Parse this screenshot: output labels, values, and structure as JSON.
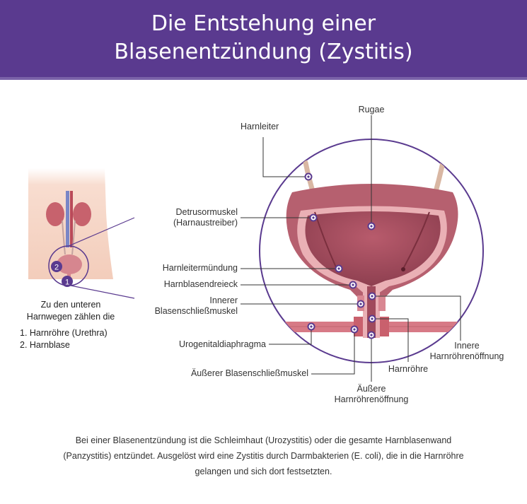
{
  "header": {
    "title_line1": "Die Entstehung einer",
    "title_line2": "Blasenentzündung (Zystitis)",
    "bg_color": "#5a3a8f"
  },
  "side_panel": {
    "caption_line1": "Zu den unteren",
    "caption_line2": "Harnwegen zählen die",
    "list": [
      "1. Harnröhre (Urethra)",
      "2. Harnblase"
    ],
    "markers": [
      "1",
      "2"
    ]
  },
  "labels": {
    "rugae": "Rugae",
    "harnleiter": "Harnleiter",
    "detrusor_line1": "Detrusormuskel",
    "detrusor_line2": "(Harnaustreiber)",
    "harnleitermuendung": "Harnleitermündung",
    "harnblasendreieck": "Harnblasendreieck",
    "innerer_line1": "Innerer",
    "innerer_line2": "Blasenschließmuskel",
    "urogenital": "Urogenitaldiaphragma",
    "aeusserer_schliess": "Äußerer Blasenschließmuskel",
    "aeussere_line1": "Äußere",
    "aeussere_line2": "Harnröhrenöffnung",
    "harnroehre": "Harnröhre",
    "innere_line1": "Innere",
    "innere_line2": "Harnröhrenöffnung"
  },
  "footer": {
    "line1": "Bei einer Blasenentzündung ist die Schleimhaut (Urozystitis) oder die gesamte Harnblasenwand",
    "line2": "(Panzystitis) entzündet. Ausgelöst wird eine Zystitis durch Darmbakterien (E. coli), die in die Harnröhre",
    "line3": "gelangen und sich dort festsetzten."
  },
  "colors": {
    "accent": "#5a3a8f",
    "bladder": "#b45a6a",
    "bladder_inner": "#a04a5c",
    "wall": "#e6a6ae",
    "skin": "#f6d8c8"
  }
}
